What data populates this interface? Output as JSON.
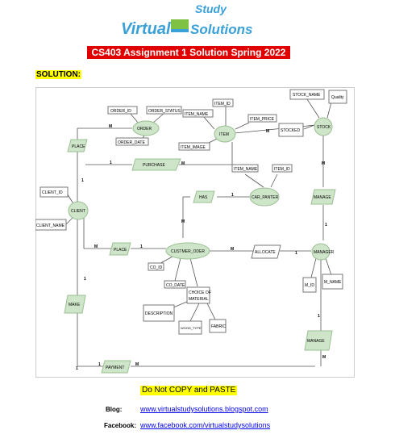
{
  "logo": {
    "word_top": "Study",
    "word_left": "Virtual",
    "word_right": "Solutions"
  },
  "title": "CS403 Assignment 1 Solution Spring 2022",
  "solution_label": "SOLUTION:",
  "diagram": {
    "nodes": {
      "order_id": "ORDER_ID",
      "order_status": "ORDER_STATUS",
      "order": "ORDER",
      "order_date": "ORDER_DATE",
      "item_id": "ITEM_ID",
      "item_name": "ITEM_NAME",
      "item_price": "ITEM_PRICE",
      "item": "ITEM",
      "item_image": "ITEM_IMAGE",
      "stock_name": "STOCK_NAME",
      "quality": "Quality",
      "stocked": "STOCKED",
      "stock": "STOCK",
      "place1": "PLACE",
      "purchase": "PURCHASE",
      "item_name2": "ITEM_NAME",
      "item_id2": "ITEM_ID",
      "has": "HAS",
      "car_panter": "CAR_PANTER",
      "manage1": "MANAGE",
      "client_id": "CLIENT_ID",
      "client": "CLIENT",
      "client_name": "CLIENT_NAME",
      "place2": "PLACE",
      "custmer_oder": "CUSTMER_ODER",
      "allocate": "ALLOCATE",
      "manager": "MANAGER",
      "co_id": "CO_ID",
      "co_date": "CO_DATE",
      "choice_of_material_1": "CHOICE OF",
      "choice_of_material_2": "MATERIAL",
      "description": "DESCRIPTION",
      "wood_type": "WOOD_TYPE",
      "fabric": "FABRIC",
      "m_id": "M_ID",
      "m_name": "M_NAME",
      "make": "MAKE",
      "manage2": "MANAGE",
      "payment": "PAYMENT"
    },
    "cardinalities": [
      "M",
      "1",
      "M",
      "1",
      "M",
      "1",
      "M",
      "M",
      "1",
      "M",
      "1",
      "M",
      "1",
      "1",
      "1",
      "1",
      "M",
      "1",
      "M"
    ]
  },
  "notice": "Do Not COPY and PASTE",
  "blog_label": "Blog:",
  "blog_url": "www.virtualstudysolutions.blogspot.com",
  "facebook_label": "Facebook:",
  "facebook_url": "www.facebook.com/virtualstudysolutions",
  "colors": {
    "title_bg": "#e10000",
    "highlight": "#ffff00",
    "shape_fill": "#cfe5c9",
    "logo_blue": "#3aa0d8",
    "link": "#0000ee"
  }
}
